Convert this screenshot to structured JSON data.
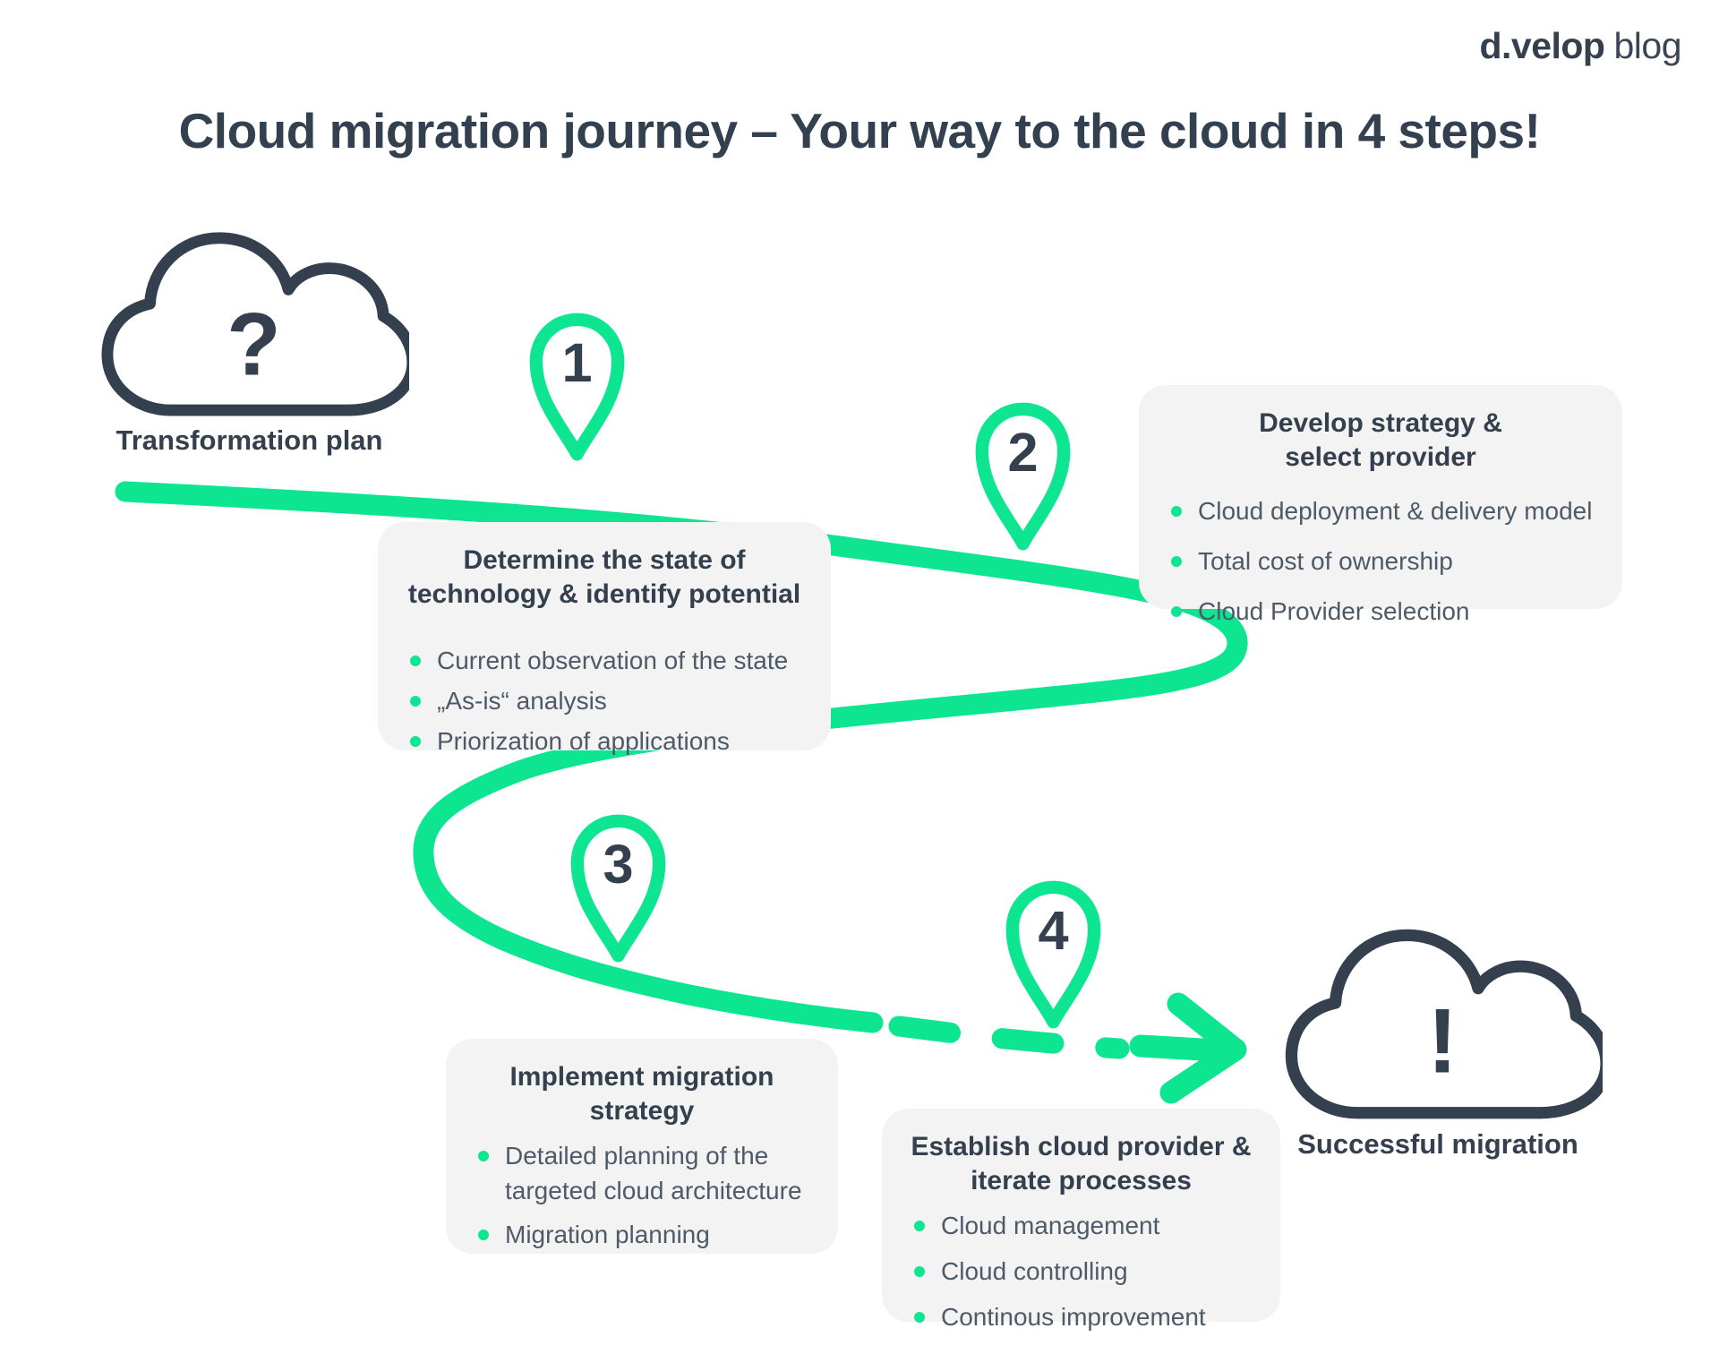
{
  "logo": {
    "brand": "d.velop",
    "suffix": "blog"
  },
  "title": "Cloud migration journey – Your way to the cloud in 4 steps!",
  "start_cloud": {
    "symbol": "?",
    "label": "Transformation plan"
  },
  "end_cloud": {
    "symbol": "!",
    "label": "Successful migration"
  },
  "steps": [
    {
      "number": "1",
      "title": "Determine the state of technology & identify potential",
      "bullets": [
        "Current observation of the state",
        "„As-is“ analysis",
        "Priorization of applications"
      ]
    },
    {
      "number": "2",
      "title": "Develop strategy & select provider",
      "bullets": [
        "Cloud deployment & delivery model",
        "Total cost of ownership",
        "Cloud Provider selection"
      ]
    },
    {
      "number": "3",
      "title": "Implement migration strategy",
      "bullets": [
        "Detailed planning of the targeted cloud architecture",
        "Migration planning"
      ]
    },
    {
      "number": "4",
      "title": "Establish cloud provider & iterate processes",
      "bullets": [
        "Cloud management",
        "Cloud controlling",
        "Continous improvement"
      ]
    }
  ],
  "colors": {
    "accent_green": "#0EE591",
    "dark_slate": "#35404E",
    "body_text": "#4E5A67",
    "box_background": "#F3F3F4"
  }
}
